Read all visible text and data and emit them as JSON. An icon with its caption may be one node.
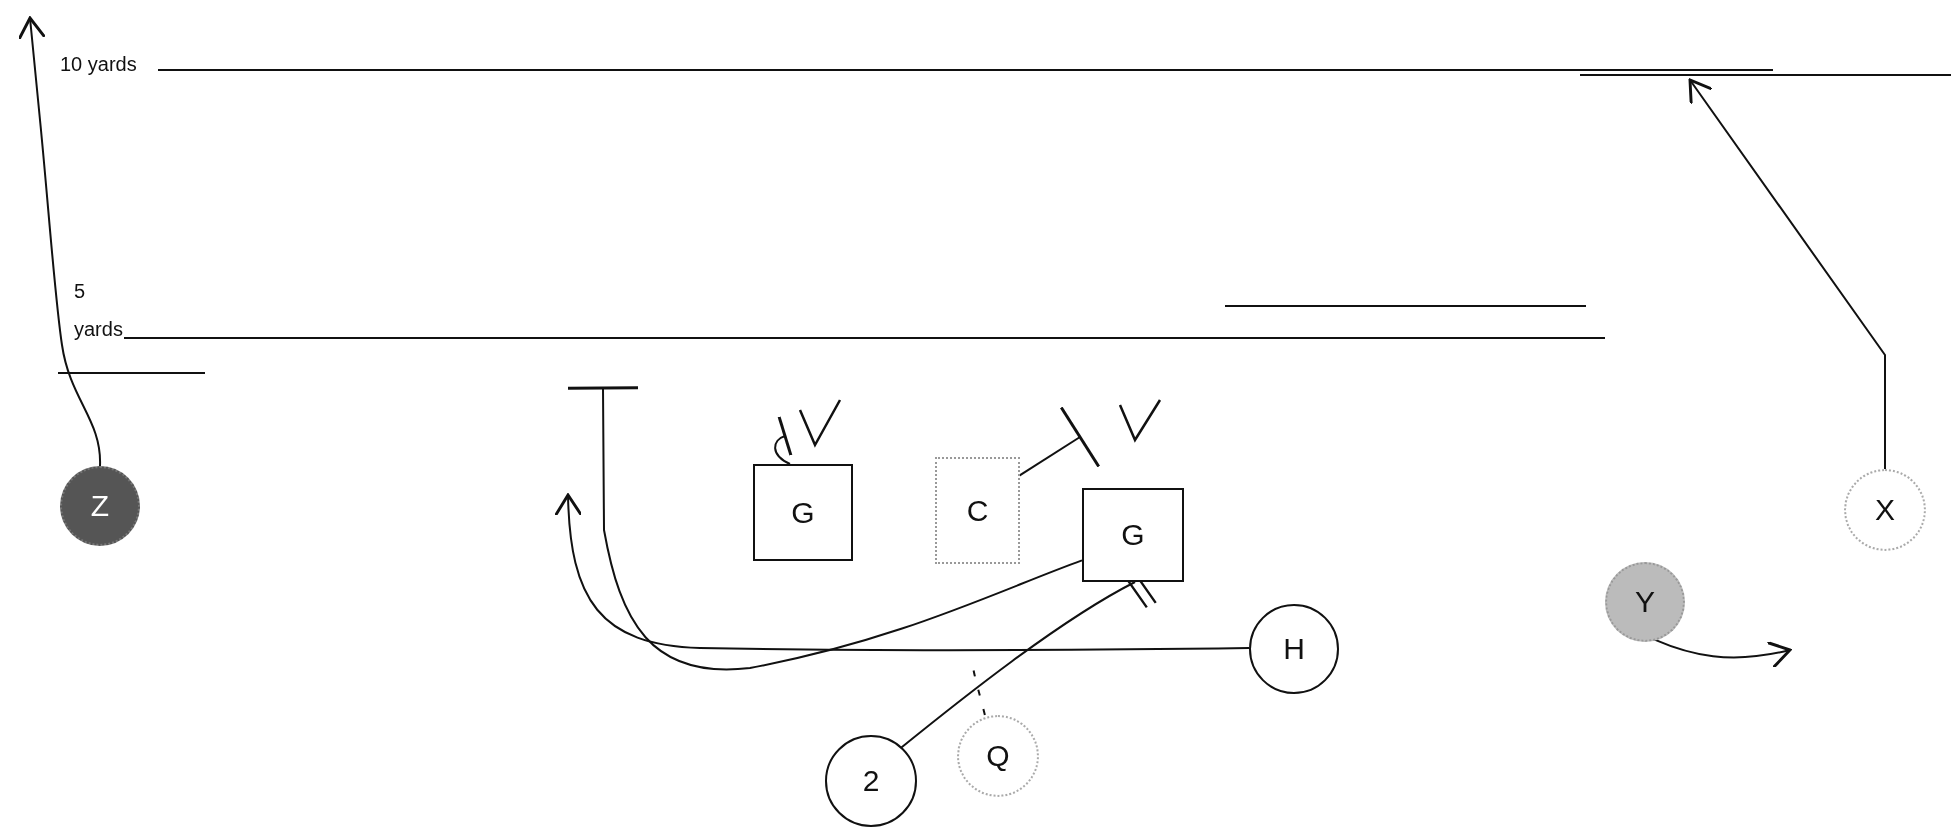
{
  "diagram": {
    "nodes": [
      {
        "text": [
          "Z"
        ]
      },
      {
        "text": [
          "G"
        ]
      },
      {
        "text": [
          "C"
        ]
      },
      {
        "text": [
          "G"
        ]
      },
      {
        "text": [
          "H"
        ]
      },
      {
        "text": [
          "2"
        ]
      },
      {
        "text": [
          "Q"
        ]
      },
      {
        "text": [
          "X"
        ]
      },
      {
        "text": [
          "Y"
        ]
      }
    ],
    "edges": [
      {
        "from": 0,
        "to": null,
        "arrow": "to"
      },
      {
        "from": 1,
        "to": null,
        "arrow": "other"
      },
      {
        "from": 2,
        "to": null,
        "arrow": "other"
      },
      {
        "from": 3,
        "to": null,
        "arrow": "other"
      },
      {
        "from": 4,
        "to": null,
        "arrow": "to"
      },
      {
        "from": 5,
        "to": 3,
        "arrow": "other"
      },
      {
        "from": 6,
        "to": null,
        "arrow": "none",
        "style": "dashed"
      },
      {
        "from": 7,
        "to": null,
        "arrow": "to"
      },
      {
        "from": 8,
        "to": null,
        "arrow": "to"
      }
    ],
    "labels": [
      "10 yards",
      "5 yards"
    ]
  }
}
